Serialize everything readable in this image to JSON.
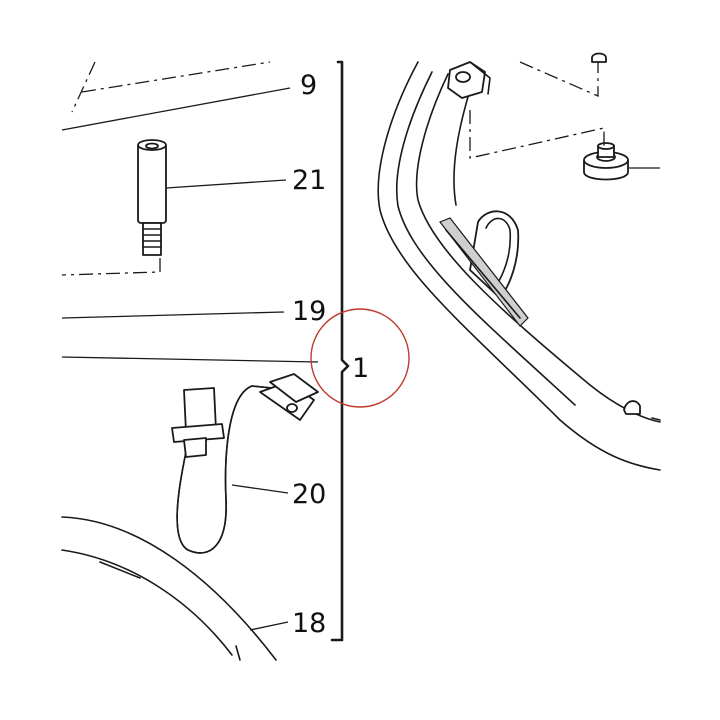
{
  "callouts": {
    "part_9": "9",
    "part_21": "21",
    "part_19": "19",
    "part_1": "1",
    "part_20": "20",
    "part_18": "18"
  },
  "colors": {
    "line": "#1a1a1a",
    "highlight_circle": "#c0392b",
    "background": "#ffffff"
  }
}
